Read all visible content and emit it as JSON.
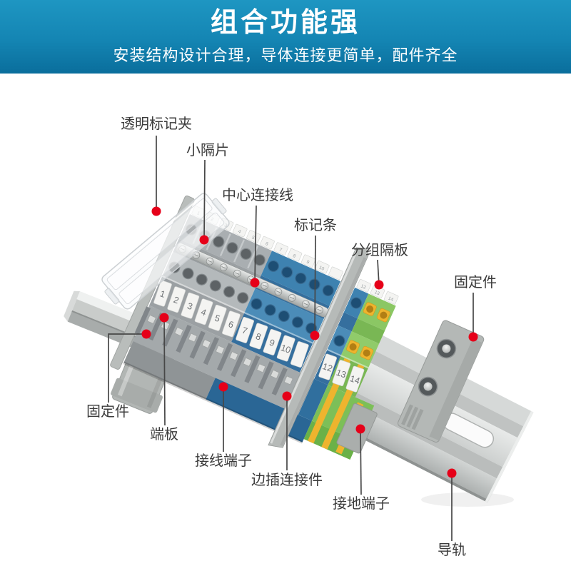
{
  "header": {
    "title": "组合功能强",
    "subtitle": "安装结构设计合理，导体连接更简单，配件齐全"
  },
  "theme": {
    "accent_red": "#e60019",
    "leader_line": "#474747",
    "label_text": "#3a3a3a",
    "header_gradient_top": "#1e96c2",
    "header_gradient_bottom": "#0a6e9c",
    "header_text": "#ffffff",
    "gray_block": "#a9aeb1",
    "blue_block": "#3e82b0",
    "green_block": "#85c45e",
    "yellow_stripe": "#eeb42e",
    "rail_silver": "#cdd0cf",
    "white_tab": "#f4f4f2"
  },
  "diagram": {
    "labels": [
      {
        "id": "transparent-marker-clip",
        "text": "透明标记夹"
      },
      {
        "id": "small-separator",
        "text": "小隔片"
      },
      {
        "id": "center-connection-wire",
        "text": "中心连接线"
      },
      {
        "id": "marker-strip",
        "text": "标记条"
      },
      {
        "id": "group-partition",
        "text": "分组隔板"
      },
      {
        "id": "fixing-piece-right",
        "text": "固定件"
      },
      {
        "id": "fixing-piece-left",
        "text": "固定件"
      },
      {
        "id": "end-plate",
        "text": "端板"
      },
      {
        "id": "wiring-terminal",
        "text": "接线端子"
      },
      {
        "id": "side-plug-connector",
        "text": "边插连接件"
      },
      {
        "id": "ground-terminal",
        "text": "接地端子"
      },
      {
        "id": "din-rail",
        "text": "导轨"
      }
    ],
    "terminal_numbers": [
      "1",
      "2",
      "3",
      "4",
      "5",
      "6",
      "7",
      "8",
      "9",
      "10",
      "",
      "12",
      "13",
      "14"
    ]
  }
}
